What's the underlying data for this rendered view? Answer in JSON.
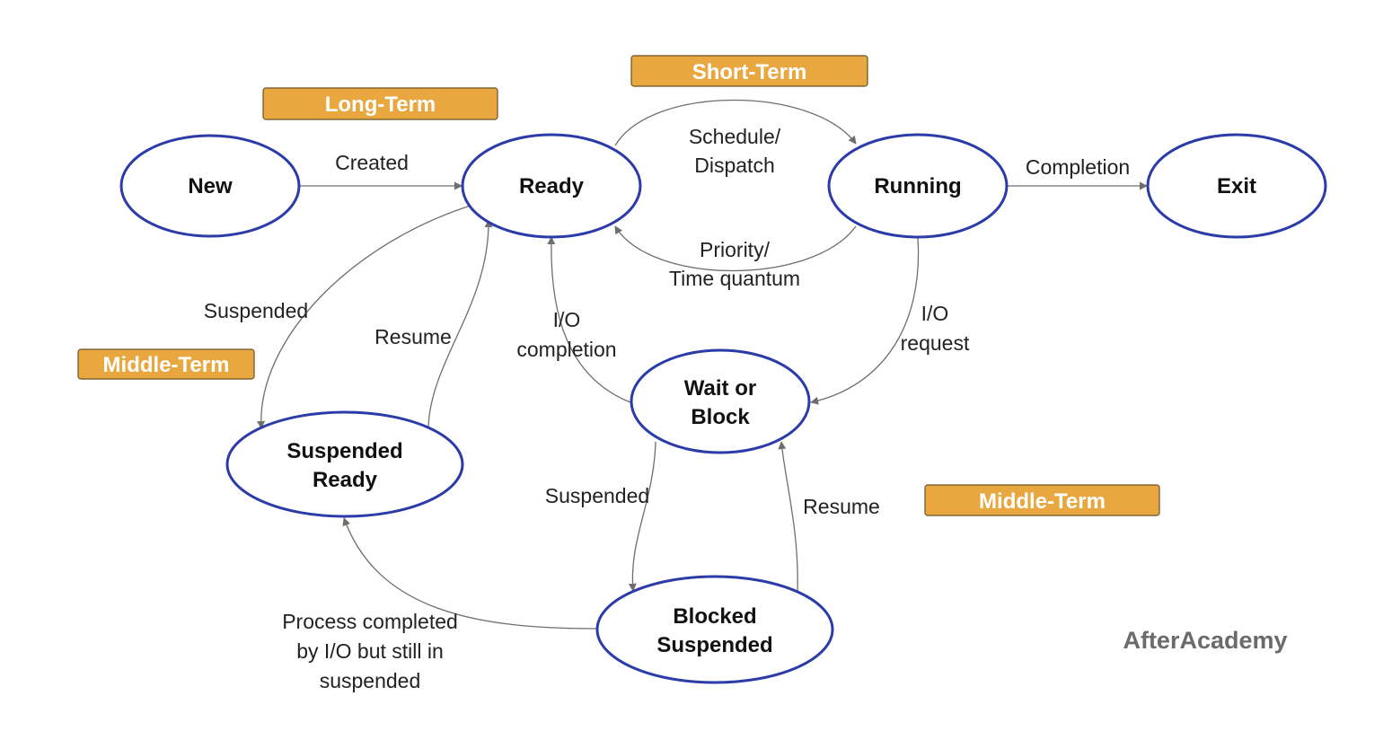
{
  "states": {
    "new": [
      "New"
    ],
    "ready": [
      "Ready"
    ],
    "running": [
      "Running"
    ],
    "exit": [
      "Exit"
    ],
    "wait": [
      "Wait or",
      "Block"
    ],
    "suspended_ready": [
      "Suspended",
      "Ready"
    ],
    "blocked_suspended": [
      "Blocked",
      "Suspended"
    ]
  },
  "transitions": {
    "created": [
      "Created"
    ],
    "schedule_dispatch": [
      "Schedule/",
      "Dispatch"
    ],
    "priority_time_quantum": [
      "Priority/",
      "Time quantum"
    ],
    "completion": [
      "Completion"
    ],
    "io_request": [
      "I/O",
      "request"
    ],
    "io_completion": [
      "I/O",
      "completion"
    ],
    "suspended_left": [
      "Suspended"
    ],
    "resume_left": [
      "Resume"
    ],
    "suspended_center": [
      "Suspended"
    ],
    "resume_right": [
      "Resume"
    ],
    "process_completed": [
      "Process completed",
      "by I/O but still in",
      "suspended"
    ]
  },
  "scheduler_badges": {
    "long_term": "Long-Term",
    "short_term": "Short-Term",
    "middle_term_left": "Middle-Term",
    "middle_term_right": "Middle-Term"
  },
  "watermark": "AfterAcademy",
  "colors": {
    "node_border": "#2b3ba8",
    "badge_fill": "#e8a83f",
    "badge_text": "#ffffff",
    "arrow": "#6e6e6e",
    "watermark": "#6b6b6b"
  }
}
